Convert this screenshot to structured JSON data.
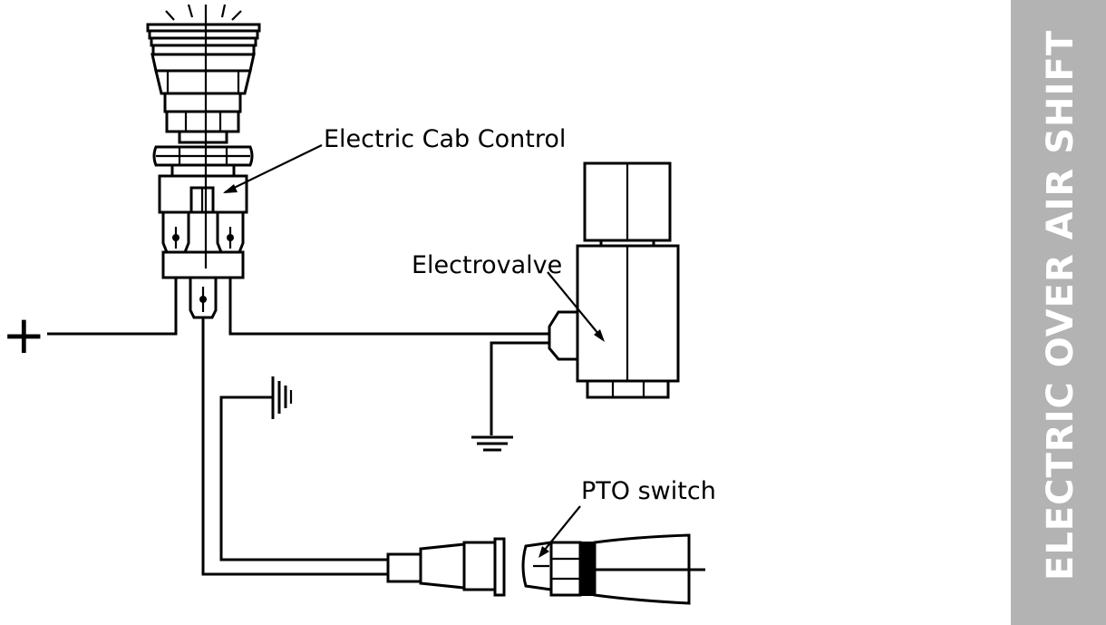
{
  "diagram": {
    "labels": {
      "cab_control": "Electric Cab Control",
      "electrovalve": "Electrovalve",
      "pto_switch": "PTO switch",
      "positive_terminal": "+"
    },
    "side_banner": {
      "text": "ELECTRIC OVER AIR SHIFT",
      "background_color": "#b3b3b3",
      "text_color": "#ffffff"
    },
    "line_color": "#000000",
    "background_color": "#ffffff"
  }
}
